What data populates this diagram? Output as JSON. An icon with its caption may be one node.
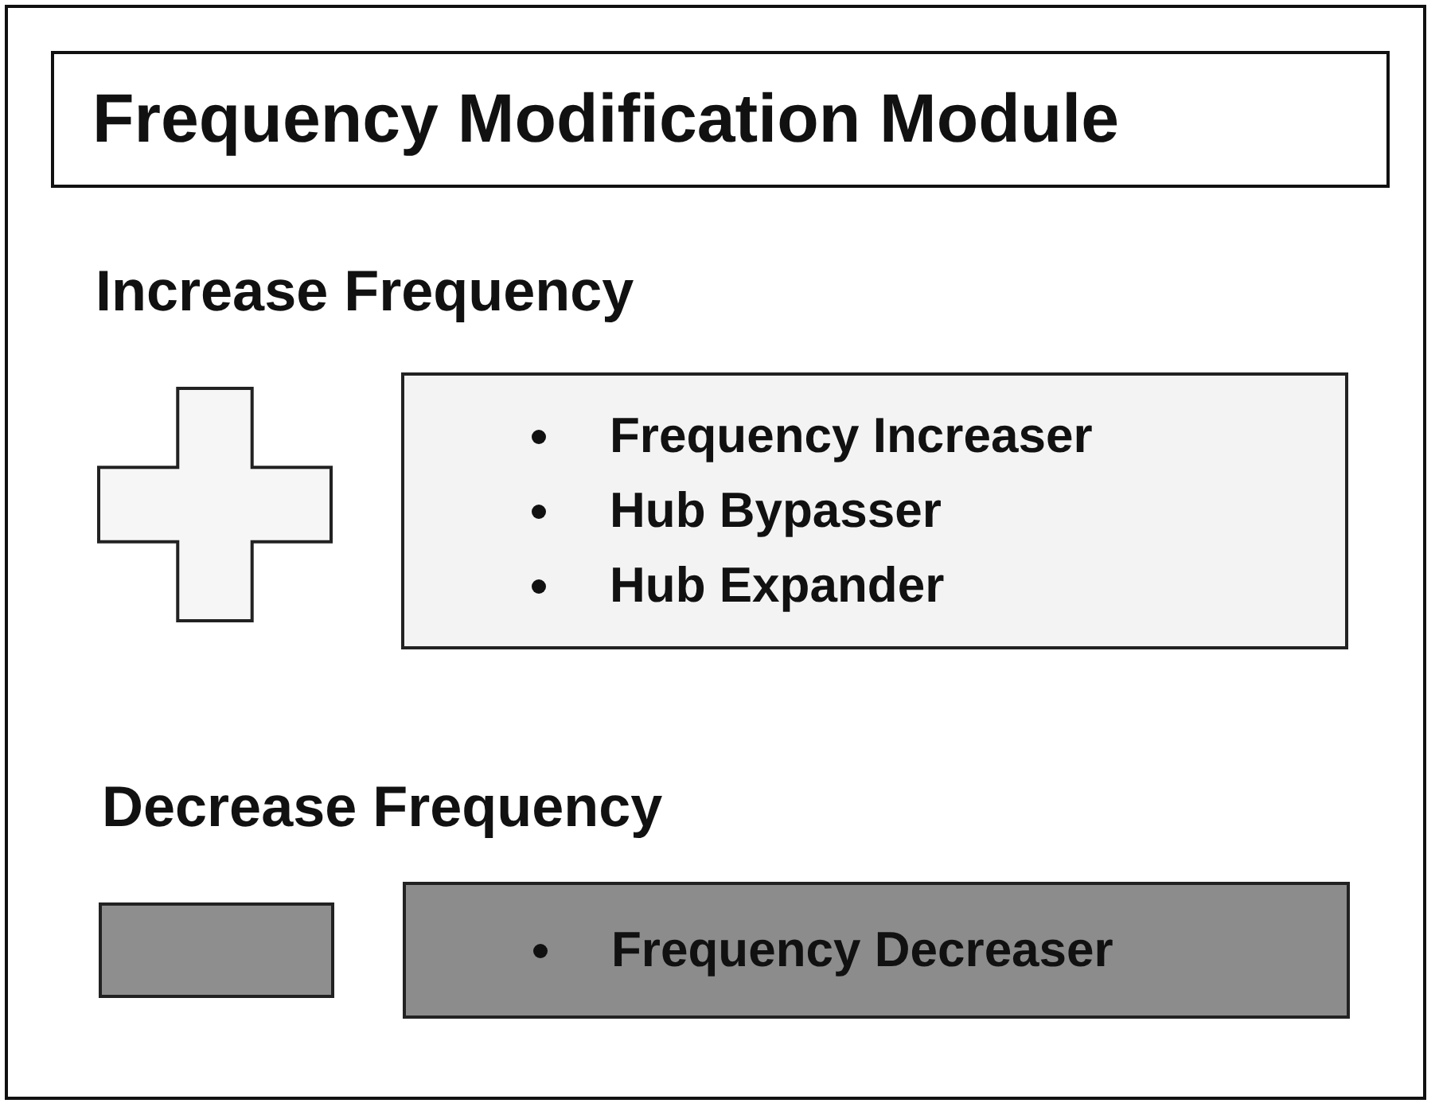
{
  "diagram": {
    "title": "Frequency Modification Module",
    "nodes": [
      {
        "text": [],
        "shape": "cross"
      },
      {
        "text": [
          "Frequency Increaser",
          "Hub Bypasser",
          "Hub Expander"
        ]
      },
      {
        "text": [],
        "shape": "box"
      },
      {
        "text": [
          "Frequency Decreaser"
        ]
      }
    ],
    "labels": [
      "Increase Frequency",
      "Decrease Frequency"
    ]
  }
}
